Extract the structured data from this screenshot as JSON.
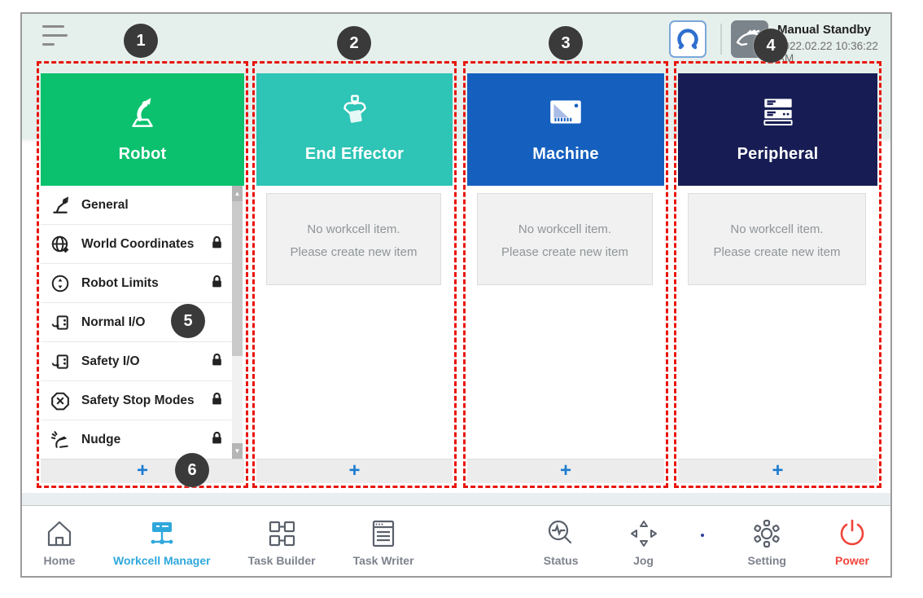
{
  "header": {
    "status_mode": "Manual Standby",
    "timestamp": "2022.02.22 10:36:22 AM"
  },
  "annotations": {
    "badges": [
      "1",
      "2",
      "3",
      "4",
      "5",
      "6"
    ]
  },
  "colors": {
    "robot": "#0bc16e",
    "end_effector": "#2ec4b6",
    "machine": "#1560bf",
    "peripheral": "#171d54",
    "nav_active": "#2fa8dc",
    "power": "#f0453c",
    "annotation_red": "#e8150c",
    "badge_bg": "#3a3a3a",
    "add_plus": "#1b7bd0"
  },
  "columns": [
    {
      "title": "Robot",
      "icon": "robot-arm-icon",
      "add_label": "+",
      "items": [
        {
          "label": "General",
          "icon": "robot-general-icon",
          "locked": false
        },
        {
          "label": "World Coordinates",
          "icon": "world-coordinates-icon",
          "locked": true
        },
        {
          "label": "Robot Limits",
          "icon": "robot-limits-icon",
          "locked": true
        },
        {
          "label": "Normal I/O",
          "icon": "io-port-icon",
          "locked": false
        },
        {
          "label": "Safety I/O",
          "icon": "io-port-icon",
          "locked": true
        },
        {
          "label": "Safety Stop Modes",
          "icon": "stop-octagon-icon",
          "locked": true
        },
        {
          "label": "Nudge",
          "icon": "nudge-hand-icon",
          "locked": true
        }
      ]
    },
    {
      "title": "End Effector",
      "icon": "gripper-icon",
      "add_label": "+",
      "empty_line1": "No workcell item.",
      "empty_line2": "Please create new item"
    },
    {
      "title": "Machine",
      "icon": "machine-icon",
      "add_label": "+",
      "empty_line1": "No workcell item.",
      "empty_line2": "Please create new item"
    },
    {
      "title": "Peripheral",
      "icon": "peripheral-icon",
      "add_label": "+",
      "empty_line1": "No workcell item.",
      "empty_line2": "Please create new item"
    }
  ],
  "nav": {
    "left": [
      {
        "label": "Home",
        "active": false
      },
      {
        "label": "Workcell Manager",
        "active": true
      },
      {
        "label": "Task Builder",
        "active": false
      },
      {
        "label": "Task Writer",
        "active": false
      }
    ],
    "right": [
      {
        "label": "Status"
      },
      {
        "label": "Jog"
      },
      {
        "label": "Setting"
      },
      {
        "label": "Power"
      }
    ]
  }
}
